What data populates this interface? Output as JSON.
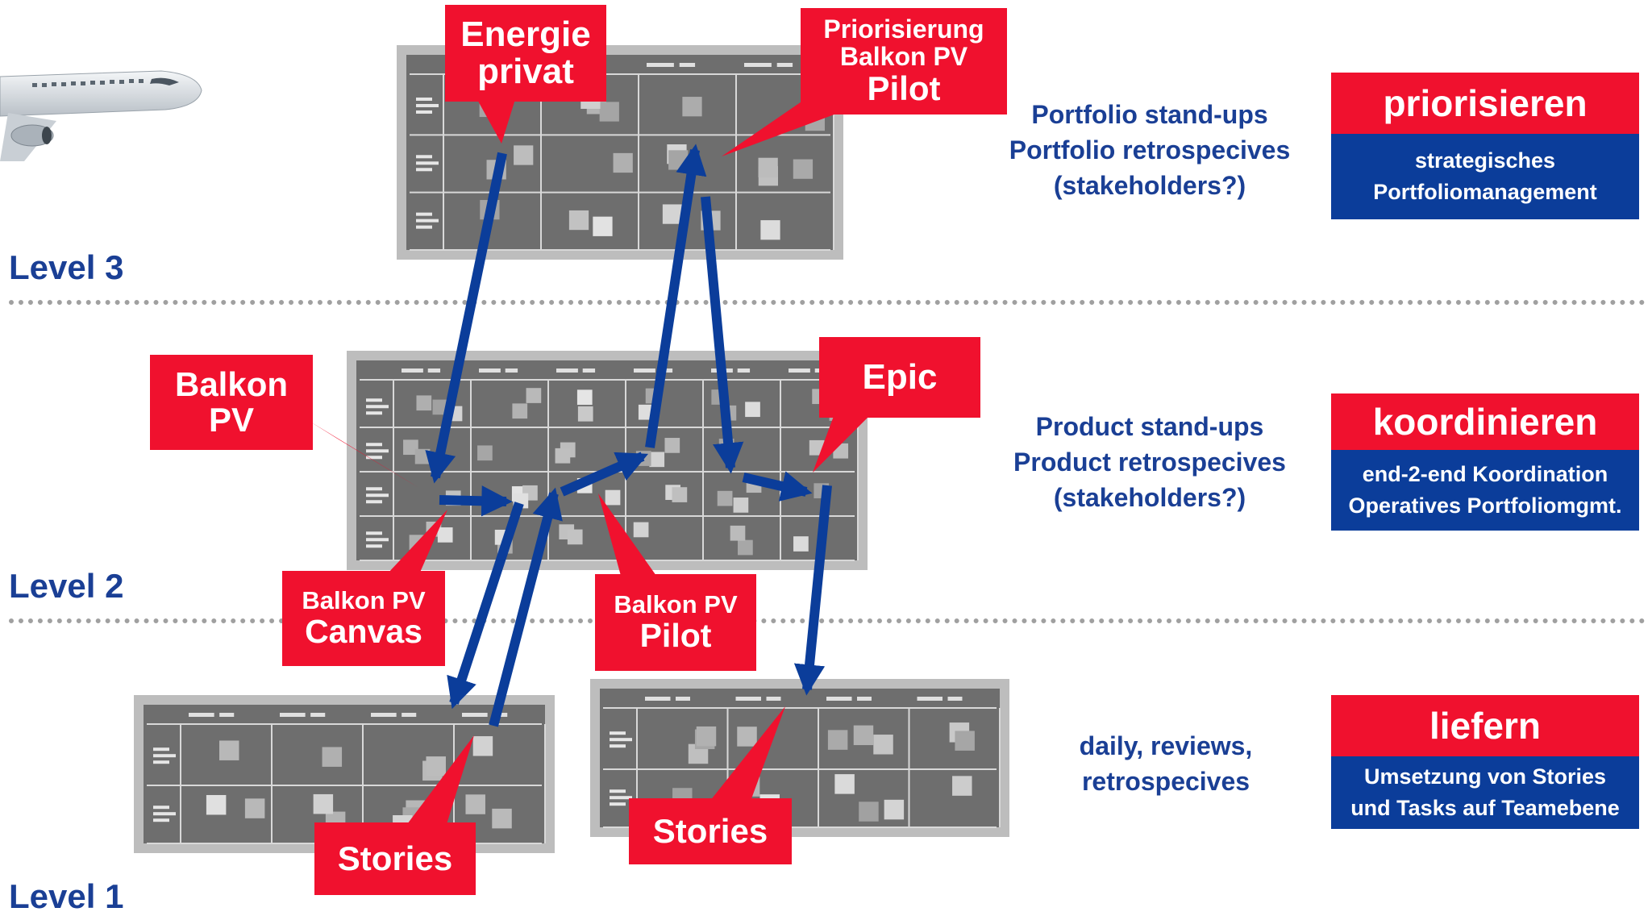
{
  "levels": {
    "level3": "Level 3",
    "level2": "Level 2",
    "level1": "Level 1"
  },
  "callouts": {
    "energie": {
      "line1": "Energie",
      "line2": "privat"
    },
    "priorisierung": {
      "line1": "Priorisierung",
      "line2": "Balkon PV",
      "line3": "Pilot"
    },
    "balkon_pv": {
      "line1": "Balkon",
      "line2": "PV"
    },
    "epic": {
      "line1": "Epic"
    },
    "canvas": {
      "line1": "Balkon PV",
      "line2": "Canvas"
    },
    "pilot": {
      "line1": "Balkon PV",
      "line2": "Pilot"
    },
    "stories_left": {
      "line1": "Stories"
    },
    "stories_right": {
      "line1": "Stories"
    }
  },
  "ceremonies": {
    "level3": [
      "Portfolio stand-ups",
      "Portfolio retrospecives",
      "(stakeholders?)"
    ],
    "level2": [
      "Product stand-ups",
      "Product retrospecives",
      "(stakeholders?)"
    ],
    "level1": [
      "daily, reviews,",
      "retrospecives"
    ]
  },
  "responsibilities": {
    "level3": {
      "title": "priorisieren",
      "line1": "strategisches",
      "line2": "Portfoliomanagement"
    },
    "level2": {
      "title": "koordinieren",
      "line1": "end-2-end Koordination",
      "line2": "Operatives Portfoliomgmt."
    },
    "level1": {
      "title": "liefern",
      "line1": "Umsetzung von Stories",
      "line2": "und Tasks auf Teamebene"
    }
  },
  "colors": {
    "red": "#f0112e",
    "blue": "#0b3d9a",
    "text_blue": "#1a3f95",
    "board_gray": "#6e6e6e",
    "divider": "#a0a0a0"
  },
  "icons": [
    "airplane-icon",
    "kanban-board-icon",
    "flow-arrow-icon"
  ]
}
